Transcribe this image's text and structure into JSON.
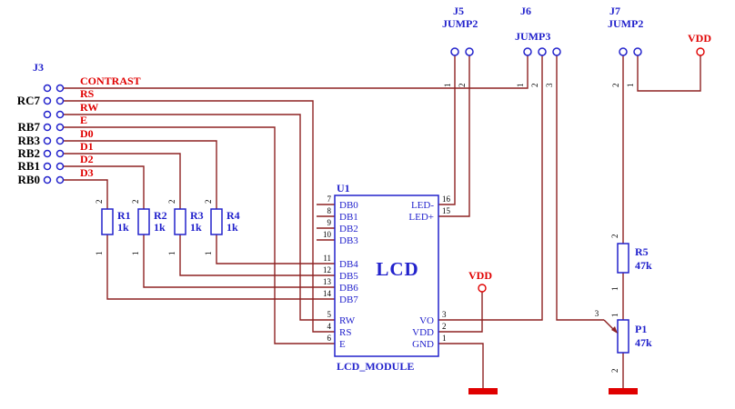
{
  "colors": {
    "background": "#ffffff",
    "wire": "#8e2222",
    "component": "#2222cc",
    "net_label": "#e00000",
    "ground": "#e00000",
    "text_black": "#000000"
  },
  "j3": {
    "ref": "J3",
    "nets": [
      "CONTRAST",
      "RS",
      "RW",
      "E",
      "D0",
      "D1",
      "D2",
      "D3"
    ],
    "ports": [
      "RC7",
      "RB7",
      "RB3",
      "RB2",
      "RB1",
      "RB0"
    ]
  },
  "resistors": [
    {
      "ref": "R1",
      "value": "1k",
      "pin2": "2",
      "pin1": "1"
    },
    {
      "ref": "R2",
      "value": "1k",
      "pin2": "2",
      "pin1": "1"
    },
    {
      "ref": "R3",
      "value": "1k",
      "pin2": "2",
      "pin1": "1"
    },
    {
      "ref": "R4",
      "value": "1k",
      "pin2": "2",
      "pin1": "1"
    },
    {
      "ref": "R5",
      "value": "47k",
      "pin2": "2",
      "pin1": "1"
    }
  ],
  "pot": {
    "ref": "P1",
    "value": "47k",
    "pin_top": "1",
    "pin_wiper": "3",
    "pin_bottom": "2"
  },
  "u1": {
    "ref": "U1",
    "name": "LCD",
    "footprint": "LCD_MODULE",
    "left_pins": [
      {
        "num": "7",
        "name": "DB0"
      },
      {
        "num": "8",
        "name": "DB1"
      },
      {
        "num": "9",
        "name": "DB2"
      },
      {
        "num": "10",
        "name": "DB3"
      },
      {
        "num": "11",
        "name": "DB4"
      },
      {
        "num": "12",
        "name": "DB5"
      },
      {
        "num": "13",
        "name": "DB6"
      },
      {
        "num": "14",
        "name": "DB7"
      },
      {
        "num": "5",
        "name": "RW"
      },
      {
        "num": "4",
        "name": "RS"
      },
      {
        "num": "6",
        "name": "E"
      }
    ],
    "right_pins": [
      {
        "num": "16",
        "name": "LED-"
      },
      {
        "num": "15",
        "name": "LED+"
      },
      {
        "num": "3",
        "name": "VO"
      },
      {
        "num": "2",
        "name": "VDD"
      },
      {
        "num": "1",
        "name": "GND"
      }
    ]
  },
  "jumpers": [
    {
      "ref": "J5",
      "type": "JUMP2",
      "pins": [
        "1",
        "2"
      ]
    },
    {
      "ref": "J6",
      "type": "JUMP3",
      "pins": [
        "1",
        "2",
        "3"
      ]
    },
    {
      "ref": "J7",
      "type": "JUMP2",
      "pins": [
        "2",
        "1"
      ]
    }
  ],
  "power": {
    "vdd": "VDD"
  }
}
